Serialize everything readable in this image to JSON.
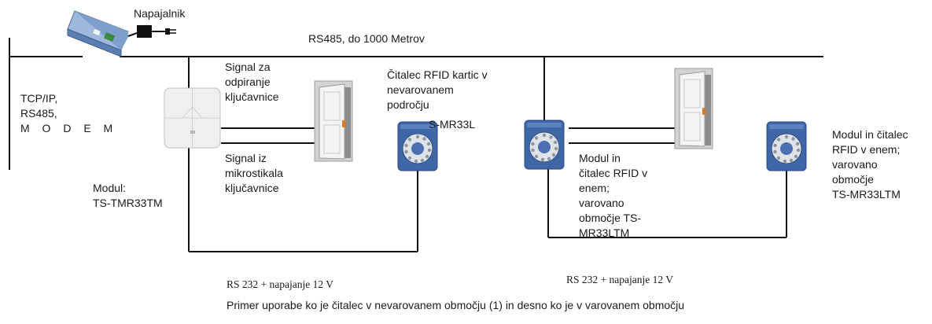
{
  "labels": {
    "power_supply": "Napajalnik",
    "bus": "RS485,  do 1000 Metrov",
    "interfaces": "TCP/IP,\nRS485,",
    "modem": "M O D E M",
    "module_left": "Modul:\nTS-TMR33TM",
    "signal_open": "Signal za\nodpiranje\nključavnice",
    "signal_micro": "Signal iz\nmikrostikala\nključavnice",
    "reader_unsecured": "Čitalec RFID kartic v\nnevarovanem\npodročju",
    "reader_model": "S-MR33L",
    "module_mid": "Modul in\nčitalec RFID v\nenem;\nvarovano\nobmočje TS-\nMR33LTM",
    "module_right": "Modul in čitalec\nRFID v enem;\nvarovano\nobmočje\nTS-MR33LTM",
    "rs232_left": "RS 232 + napajanje 12 V",
    "rs232_right": "RS 232 + napajanje 12 V",
    "caption": "Primer uporabe ko je čitalec v nevarovanem območju (1) in  desno ko je v varovanem območju"
  },
  "colors": {
    "wire": "#111111",
    "reader_body": "#3f67a8",
    "reader_face": "#dfe3e8",
    "module_body": "#eeefee",
    "door_frame": "#d2d3d3",
    "door_leaf": "#f4f4f4",
    "door_handle": "#e07a20"
  },
  "icons": {
    "controller": "controller-device-icon",
    "adapter": "power-adapter-icon",
    "module": "tmr-module-icon",
    "door": "door-icon",
    "reader": "rfid-reader-icon"
  }
}
